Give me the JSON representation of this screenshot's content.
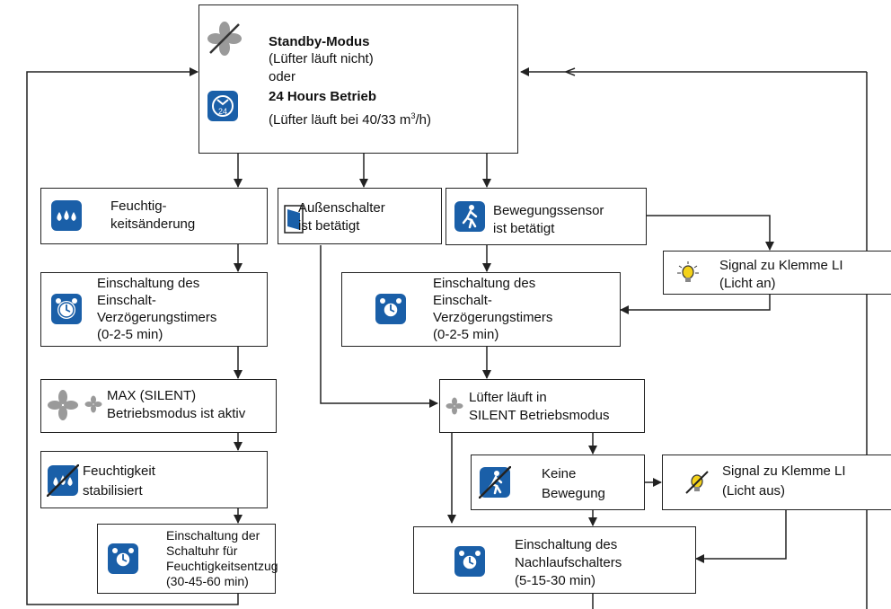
{
  "colors": {
    "accent": "#1a5fa8",
    "line": "#222222",
    "fan": "#8a8a8a"
  },
  "standby": {
    "title": "Standby-Modus",
    "subtitle": "(Lüfter läuft nicht)",
    "or": "oder",
    "title2": "24 Hours Betrieb",
    "subtitle2_pre": "(Lüfter läuft bei 40/33 m",
    "subtitle2_sup": "3",
    "subtitle2_post": "/h)"
  },
  "humidity_change": {
    "line1": "Feuchtig-",
    "line2": "keitsänderung"
  },
  "outer_switch": {
    "line1": "Außenschalter",
    "line2": "ist betätigt"
  },
  "motion_sensor": {
    "line1": "Bewegungssensor",
    "line2": "ist betätigt"
  },
  "signal_on": {
    "line1": "Signal zu Klemme LI",
    "line2": "(Licht an)"
  },
  "delay_timer_left": {
    "line1": "Einschaltung des",
    "line2": "Einschalt-",
    "line3": "Verzögerungstimers",
    "line4": "(0-2-5 min)"
  },
  "delay_timer_right": {
    "line1": "Einschaltung des",
    "line2": "Einschalt-",
    "line3": "Verzögerungstimers",
    "line4": "(0-2-5 min)"
  },
  "max_mode": {
    "line1": "MAX (SILENT)",
    "line2": "Betriebsmodus ist aktiv"
  },
  "silent_mode": {
    "line1": "Lüfter läuft in",
    "line2": "SILENT Betriebsmodus"
  },
  "humidity_stable": {
    "line1": "Feuchtigkeit",
    "line2": "stabilisiert"
  },
  "no_motion": {
    "line1": "Keine",
    "line2": "Bewegung"
  },
  "signal_off": {
    "line1": "Signal zu Klemme LI",
    "line2": "(Licht aus)"
  },
  "dehumid_timer": {
    "line1": "Einschaltung der",
    "line2": "Schaltuhr für",
    "line3": "Feuchtigkeitsentzug",
    "line4": "(30-45-60 min)"
  },
  "overrun_timer": {
    "line1": "Einschaltung des",
    "line2": "Nachlaufschalters",
    "line3": "(5-15-30 min)"
  },
  "icons": {
    "clock24": "24",
    "names": [
      "fan-icon",
      "clock-24-icon",
      "water-drops-icon",
      "switch-icon",
      "motion-person-icon",
      "bulb-icon",
      "alarm-clock-icon"
    ]
  }
}
